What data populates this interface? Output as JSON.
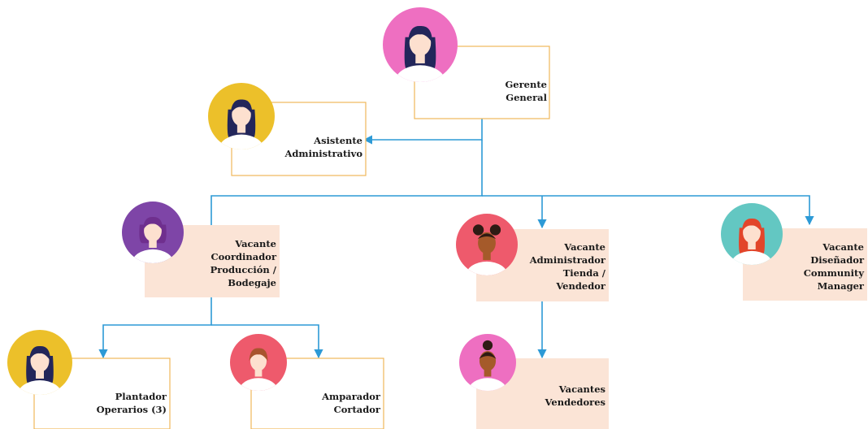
{
  "nodes": [
    {
      "id": "gerente",
      "label": "Gerente\nGeneral",
      "avatar": {
        "bg": "#ee6fc1",
        "hair": "#23265a",
        "style": "long-straight"
      }
    },
    {
      "id": "asistente",
      "label": "Asistente\nAdministrativo",
      "avatar": {
        "bg": "#ecc02a",
        "hair": "#23265a",
        "style": "long-straight"
      }
    },
    {
      "id": "coordinador",
      "label": "Vacante\nCoordinador\nProducción /\nBodegaje",
      "avatar": {
        "bg": "#7e45a7",
        "hair": "#6f2f8e",
        "style": "bob"
      }
    },
    {
      "id": "admin-tienda",
      "label": "Vacante\nAdministrador\nTienda /\nVendedor",
      "avatar": {
        "bg": "#ee5a6c",
        "hair": "#2e1b14",
        "style": "puffs"
      }
    },
    {
      "id": "disenador",
      "label": "Vacante\nDiseñador\nCommunity\nManager",
      "avatar": {
        "bg": "#63c7c2",
        "hair": "#e2452a",
        "style": "wavy"
      }
    },
    {
      "id": "plantador",
      "label": "Plantador\nOperarios (3)",
      "avatar": {
        "bg": "#ecc02a",
        "hair": "#23265a",
        "style": "long-straight"
      }
    },
    {
      "id": "amparador",
      "label": "Amparador\nCortador",
      "avatar": {
        "bg": "#ee5a6c",
        "hair": "#a8542e",
        "style": "side-part"
      }
    },
    {
      "id": "vendedores",
      "label": "Vacantes\nVendedores",
      "avatar": {
        "bg": "#ee6fc1",
        "hair": "#2e1b14",
        "style": "bun"
      }
    }
  ],
  "colors": {
    "connector": "#2d9ad6",
    "box_border": "#f0b75a",
    "box_fill": "#fbe4d6",
    "skin_light": "#fde0cf",
    "skin_dark": "#a55a2a",
    "shirt": "#ffffff"
  }
}
